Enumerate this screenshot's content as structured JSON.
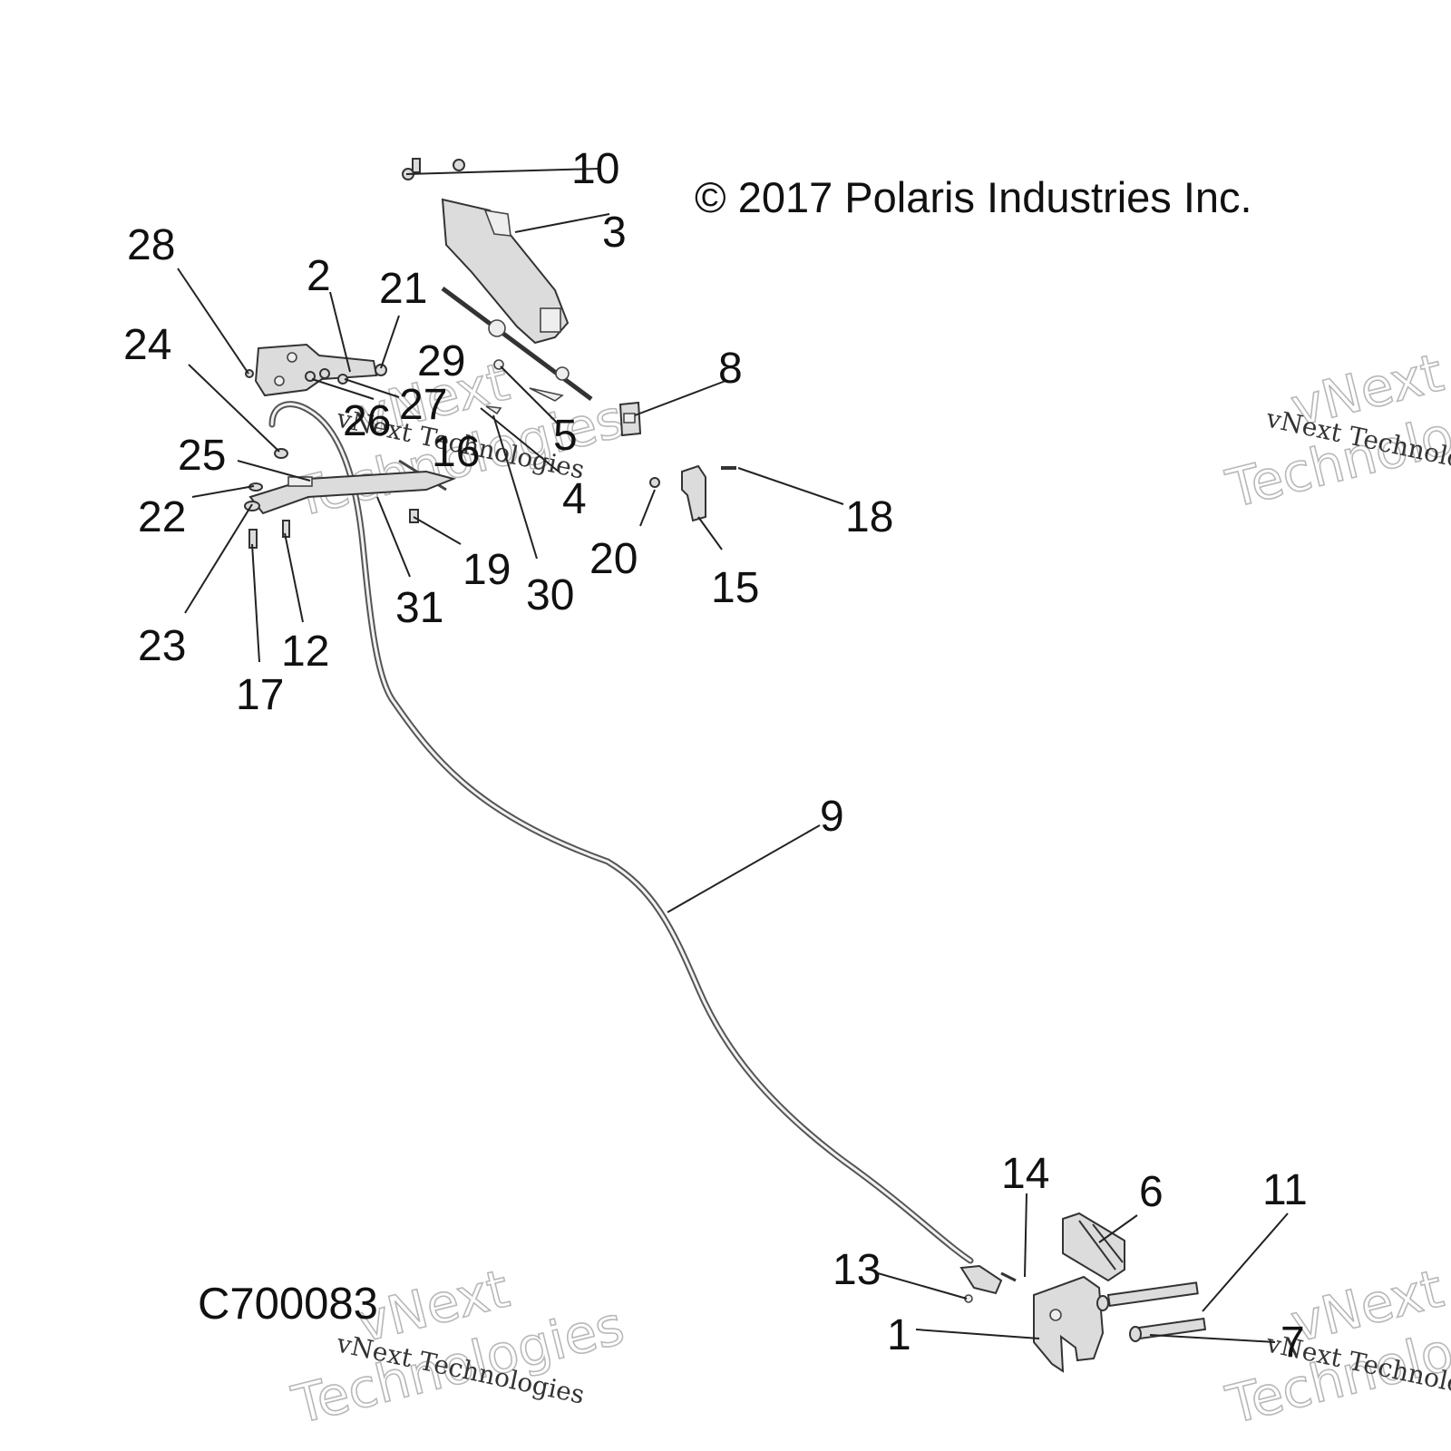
{
  "copyright": "© 2017 Polaris Industries Inc.",
  "diagram_code": "C700083",
  "watermark": {
    "line1": "vNext",
    "line2": "Technologies",
    "small": "vNext Technologies"
  },
  "callouts": {
    "c1": "1",
    "c2": "2",
    "c3": "3",
    "c4": "4",
    "c5": "5",
    "c6": "6",
    "c7": "7",
    "c8": "8",
    "c9": "9",
    "c10": "10",
    "c11": "11",
    "c12": "12",
    "c13": "13",
    "c14": "14",
    "c15": "15",
    "c16": "16",
    "c17": "17",
    "c18": "18",
    "c19": "19",
    "c20": "20",
    "c21": "21",
    "c22": "22",
    "c23": "23",
    "c24": "24",
    "c25": "25",
    "c26": "26",
    "c27": "27",
    "c28": "28",
    "c29": "29",
    "c30": "30",
    "c31": "31"
  }
}
